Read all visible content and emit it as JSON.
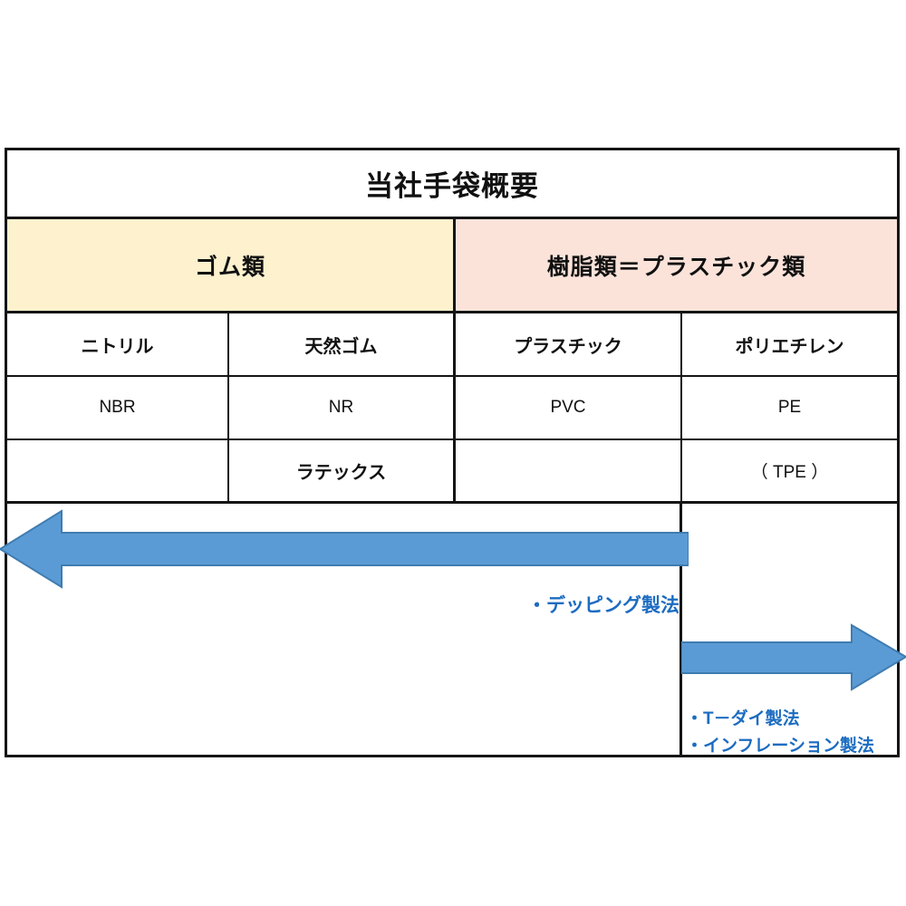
{
  "title": "当社手袋概要",
  "categories": [
    {
      "label": "ゴム類",
      "color": "#FDF1CE"
    },
    {
      "label": "樹脂類＝プラスチック類",
      "color": "#FBE3DA"
    }
  ],
  "table": {
    "rows": [
      [
        "ニトリル",
        "天然ゴム",
        "プラスチック",
        "ポリエチレン"
      ],
      [
        "NBR",
        "NR",
        "PVC",
        "PE"
      ],
      [
        "",
        "ラテックス",
        "",
        "（ TPE ）"
      ]
    ]
  },
  "arrows": [
    {
      "name": "dipping-arrow",
      "direction": "left",
      "color": "#5B9BD5",
      "stroke": "#3F7CB0"
    },
    {
      "name": "extrusion-arrow",
      "direction": "right",
      "color": "#5B9BD5",
      "stroke": "#3F7CB0"
    }
  ],
  "annotations": {
    "dipping": "・デッピング製法",
    "t_die": "・T－ダイ製法",
    "inflation": "・インフレーション製法",
    "color": "#1C6CC0"
  }
}
